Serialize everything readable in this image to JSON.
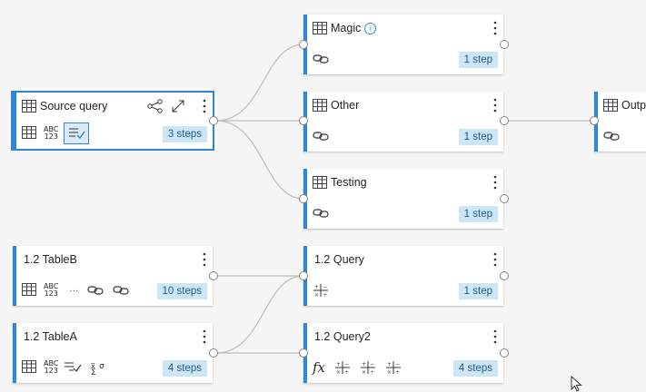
{
  "nodes": {
    "source": {
      "title": "Source query",
      "steps": "3 steps",
      "abc": "ABC",
      "num": "123"
    },
    "magic": {
      "title": "Magic",
      "info": "i",
      "steps": "1 step"
    },
    "other": {
      "title": "Other",
      "steps": "1 step"
    },
    "testing": {
      "title": "Testing",
      "steps": "1 step"
    },
    "output": {
      "title": "Outp"
    },
    "tableB": {
      "title": "1.2 TableB",
      "steps": "10 steps",
      "abc": "ABC",
      "num": "123",
      "ellipsis": "···"
    },
    "tableA": {
      "title": "1.2 TableA",
      "steps": "4 steps",
      "abc": "ABC",
      "num": "123"
    },
    "query": {
      "title": "1.2 Query",
      "steps": "1 step"
    },
    "query2": {
      "title": "1.2 Query2",
      "steps": "4 steps",
      "fx": "fx"
    }
  },
  "colors": {
    "accent": "#2f86d6",
    "steps_bg": "#cde6f7",
    "steps_text": "#1a5c8c",
    "link": "#b9b9b9"
  }
}
